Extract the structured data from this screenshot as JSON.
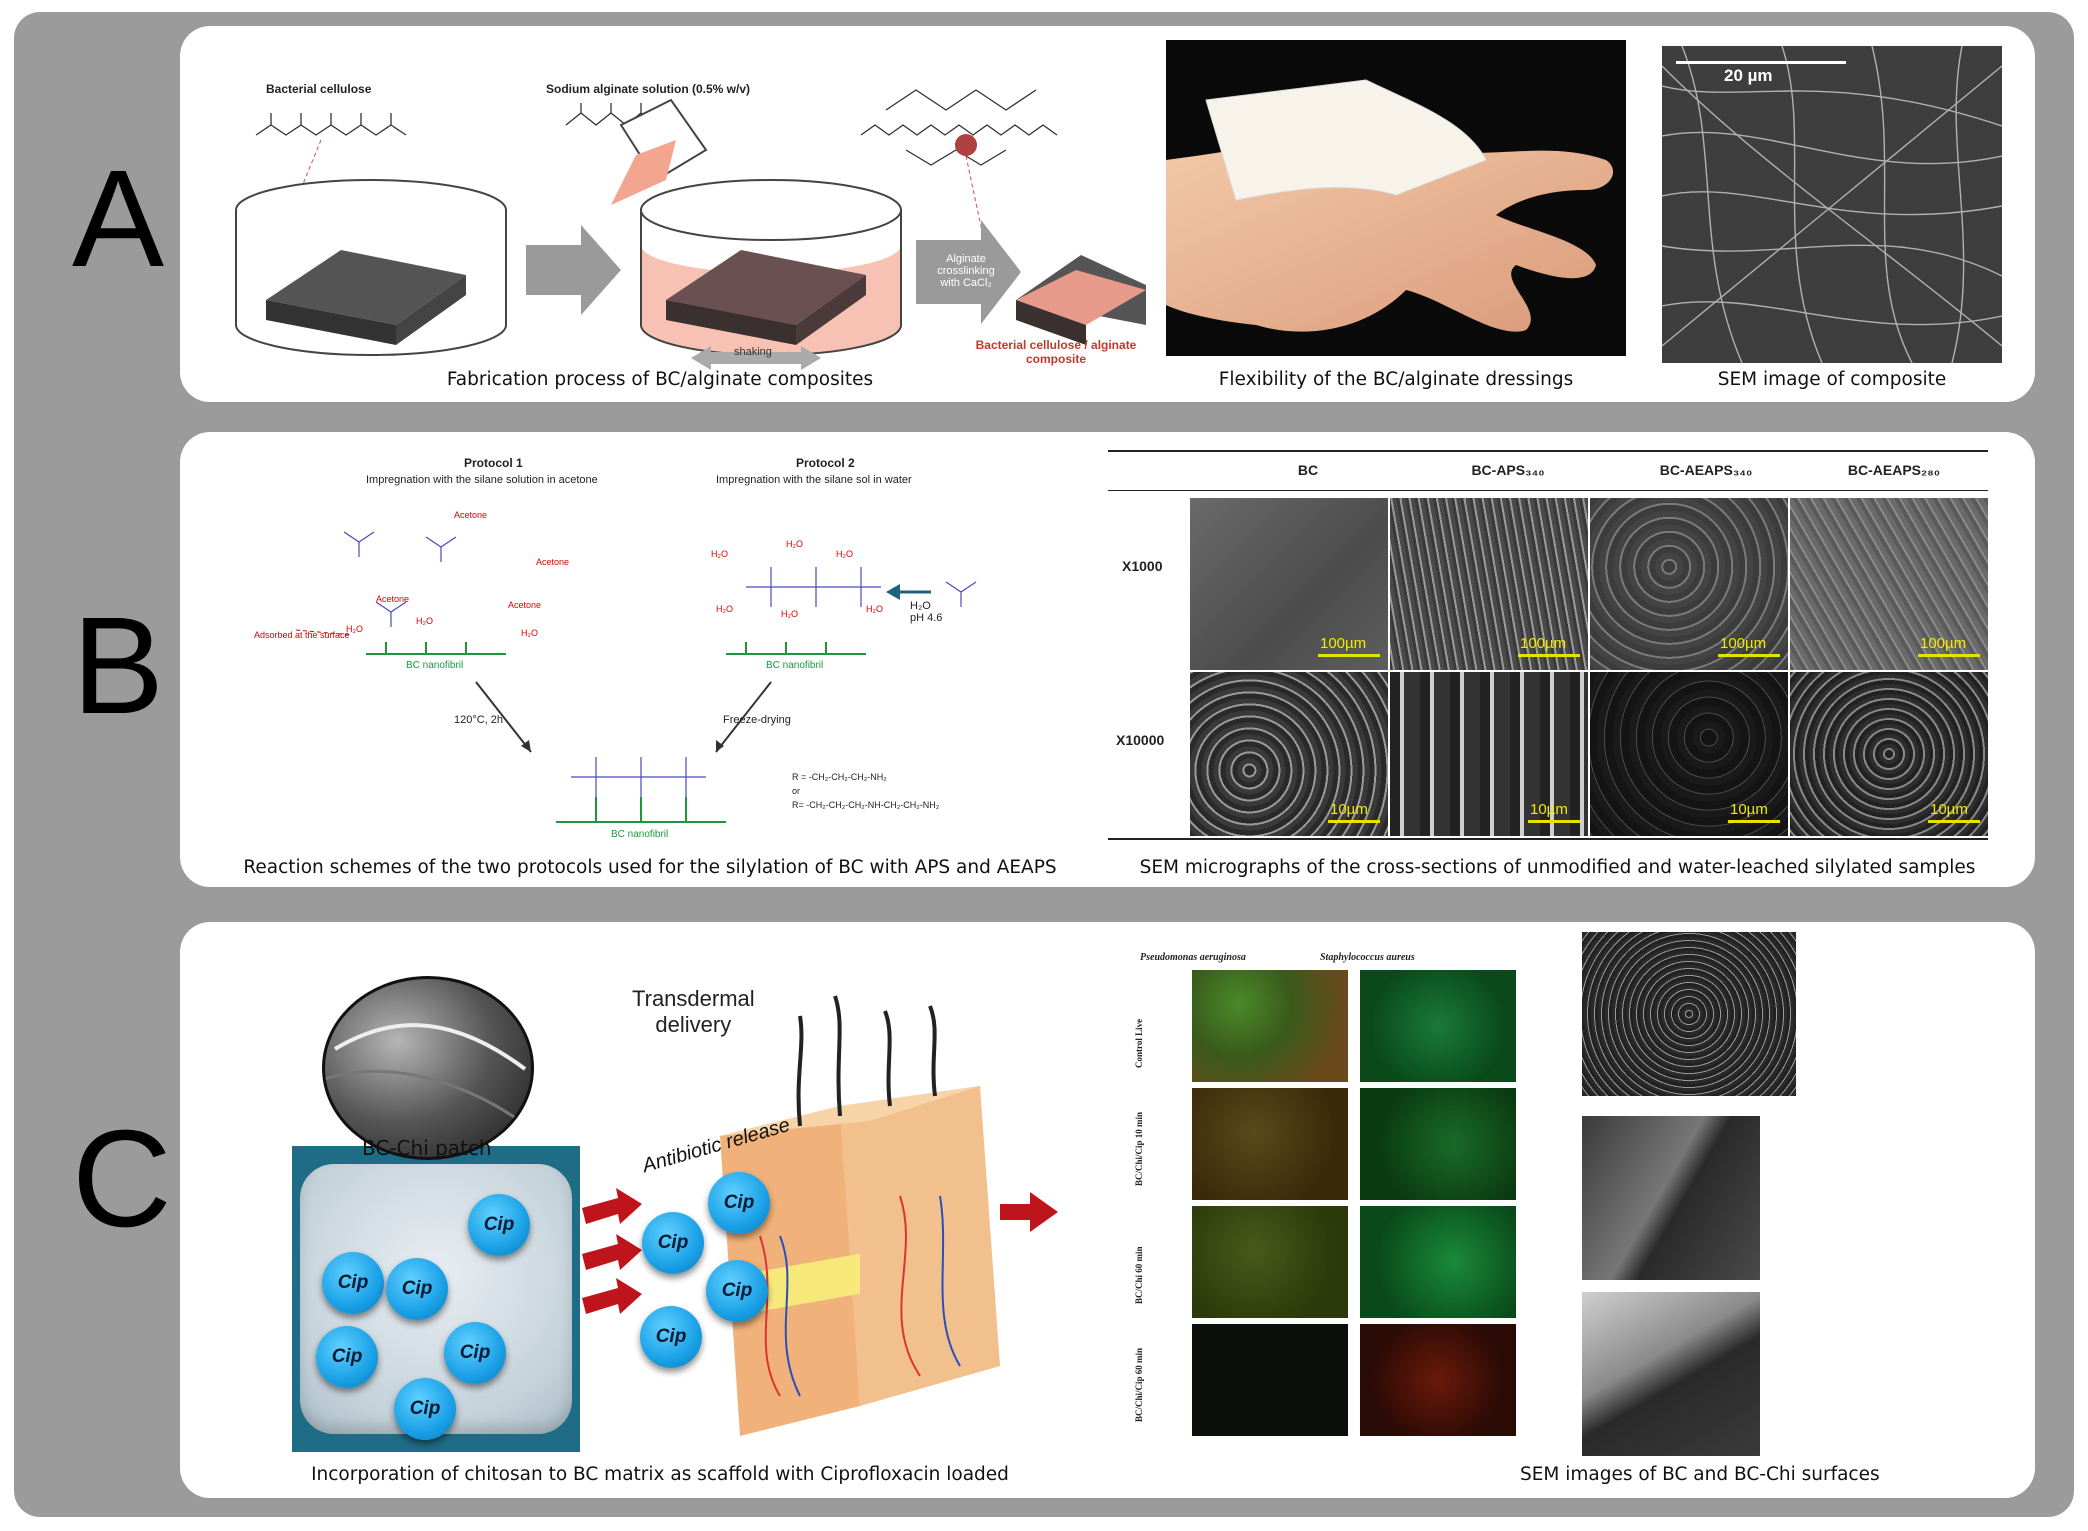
{
  "figure": {
    "panel_letters": [
      "A",
      "B",
      "C"
    ],
    "panel_a": {
      "caption_fabrication": "Fabrication process of BC/alginate composites",
      "caption_flexibility": "Flexibility of the BC/alginate dressings",
      "caption_sem": "SEM image of composite",
      "label_bc": "Bacterial cellulose",
      "label_alginate": "Sodium alginate solution (0.5% w/v)",
      "label_crosslink": "Alginate crosslinking with CaCl₂",
      "label_composite": "Bacterial cellulose / alginate composite",
      "label_shaking": "shaking",
      "scale_sem": "20 µm"
    },
    "panel_b": {
      "caption_scheme": "Reaction schemes of the two protocols used for the silylation of BC with APS and AEAPS",
      "caption_sem": "SEM micrographs of the cross-sections of unmodified and water-leached silylated samples",
      "protocol1_title": "Protocol 1",
      "protocol1_desc": "Impregnation with the silane solution in acetone",
      "protocol2_title": "Protocol 2",
      "protocol2_desc": "Impregnation with the silane sol in water",
      "acetone": "Acetone",
      "adsorbed": "Adsorbed at the surface",
      "bc_nanofibril": "BC nanofibril",
      "cond1": "120°C, 2h",
      "cond2": "Freeze-drying",
      "h2o_ph": "H₂O\npH 4.6",
      "r_def1": "R = -CH₂-CH₂-CH₂-NH₂",
      "r_or": "or",
      "r_def2": "R= -CH₂-CH₂-CH₂-NH-CH₂-CH₂-NH₂",
      "table_columns": [
        "BC",
        "BC-APS₃₄₀",
        "BC-AEAPS₃₄₀",
        "BC-AEAPS₂₈₀"
      ],
      "table_rows": [
        "X1000",
        "X10000"
      ],
      "scale_low": "100µm",
      "scale_high": "10µm"
    },
    "panel_c": {
      "caption_patch": "Incorporation of chitosan to BC matrix as scaffold with Ciprofloxacin loaded",
      "caption_sem": "SEM images of BC and BC-Chi surfaces",
      "patch_label": "BC-Chi patch",
      "transdermal": "Transdermal\ndelivery",
      "antibiotic": "Antibiotic release",
      "cip": "Cip",
      "species": [
        "Pseudomonas aeruginosa",
        "Staphylococcus aureus"
      ],
      "rows": [
        "Control Live",
        "BC/Chi/Cip 10 min",
        "BC/Chi 60 min",
        "BC/Chi/Cip 60 min"
      ]
    },
    "colors": {
      "frame": "#9b9b9b",
      "panel": "#ffffff",
      "cip_blue": "#1aa0e6",
      "arrow_red": "#c0141c",
      "bc_green": "#1a9a3a",
      "scale_yellow": "#e8e000"
    }
  }
}
